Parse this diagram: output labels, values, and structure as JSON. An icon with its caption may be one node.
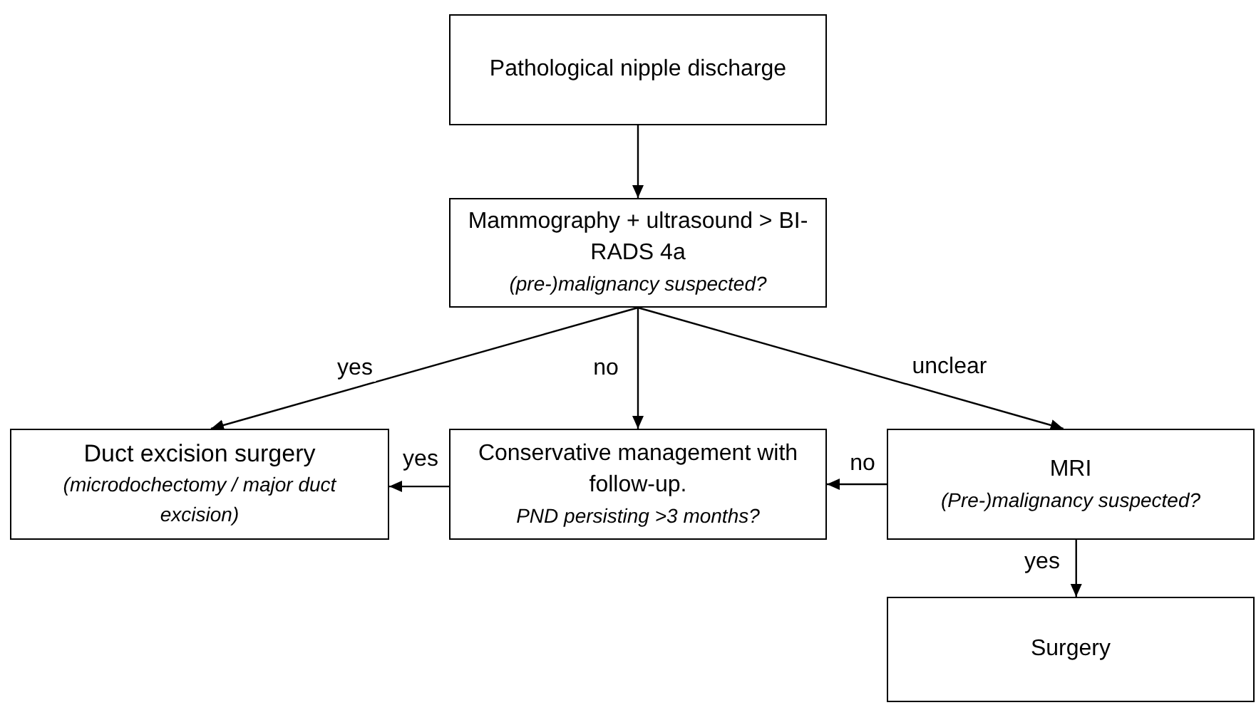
{
  "diagram": {
    "nodes": [
      {
        "text": [
          "Pathological nipple discharge"
        ]
      },
      {
        "text": [
          "Mammography + ultrasound > BI-RADS 4a",
          "(pre-)malignancy suspected?"
        ]
      },
      {
        "text": [
          "Duct excision surgery",
          "(microdochectomy / major duct excision)"
        ]
      },
      {
        "text": [
          "Conservative management with follow-up.",
          "PND persisting >3 months?"
        ]
      },
      {
        "text": [
          "MRI",
          "(Pre-)malignancy suspected?"
        ]
      },
      {
        "text": [
          "Surgery"
        ]
      }
    ],
    "edges": [
      {
        "from": 0,
        "to": 1,
        "arrow": "to"
      },
      {
        "from": 1,
        "to": 2,
        "arrow": "to",
        "label": "yes"
      },
      {
        "from": 1,
        "to": 3,
        "arrow": "to",
        "label": "no"
      },
      {
        "from": 1,
        "to": 4,
        "arrow": "to",
        "label": "unclear"
      },
      {
        "from": 3,
        "to": 2,
        "arrow": "to",
        "label": "yes"
      },
      {
        "from": 4,
        "to": 3,
        "arrow": "to",
        "label": "no"
      },
      {
        "from": 4,
        "to": 5,
        "arrow": "to",
        "label": "yes"
      }
    ]
  }
}
